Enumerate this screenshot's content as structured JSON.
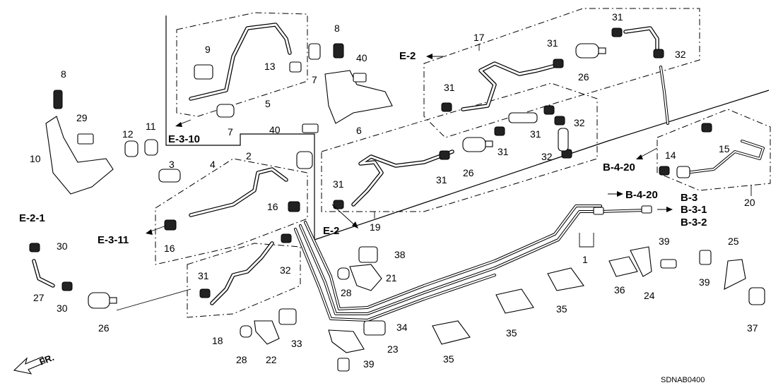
{
  "diagram_code": "SDNAB0400",
  "direction_label": "FR.",
  "part_numbers": {
    "p1": "1",
    "p2": "2",
    "p3": "3",
    "p4": "4",
    "p5": "5",
    "p6": "6",
    "p7": "7",
    "p8": "8",
    "p9": "9",
    "p10": "10",
    "p11": "11",
    "p12": "12",
    "p13": "13",
    "p14": "14",
    "p15": "15",
    "p16": "16",
    "p17": "17",
    "p18": "18",
    "p19": "19",
    "p20": "20",
    "p21": "21",
    "p22": "22",
    "p23": "23",
    "p24": "24",
    "p25": "25",
    "p26": "26",
    "p27": "27",
    "p28": "28",
    "p29": "29",
    "p30": "30",
    "p31": "31",
    "p32": "32",
    "p33": "33",
    "p34": "34",
    "p35": "35",
    "p36": "36",
    "p37": "37",
    "p38": "38",
    "p39": "39",
    "p40": "40"
  },
  "references": {
    "e2": "E-2",
    "e21": "E-2-1",
    "e310": "E-3-10",
    "e311": "E-3-11",
    "b3": "B-3",
    "b31": "B-3-1",
    "b32": "B-3-2",
    "b420": "B-4-20"
  }
}
